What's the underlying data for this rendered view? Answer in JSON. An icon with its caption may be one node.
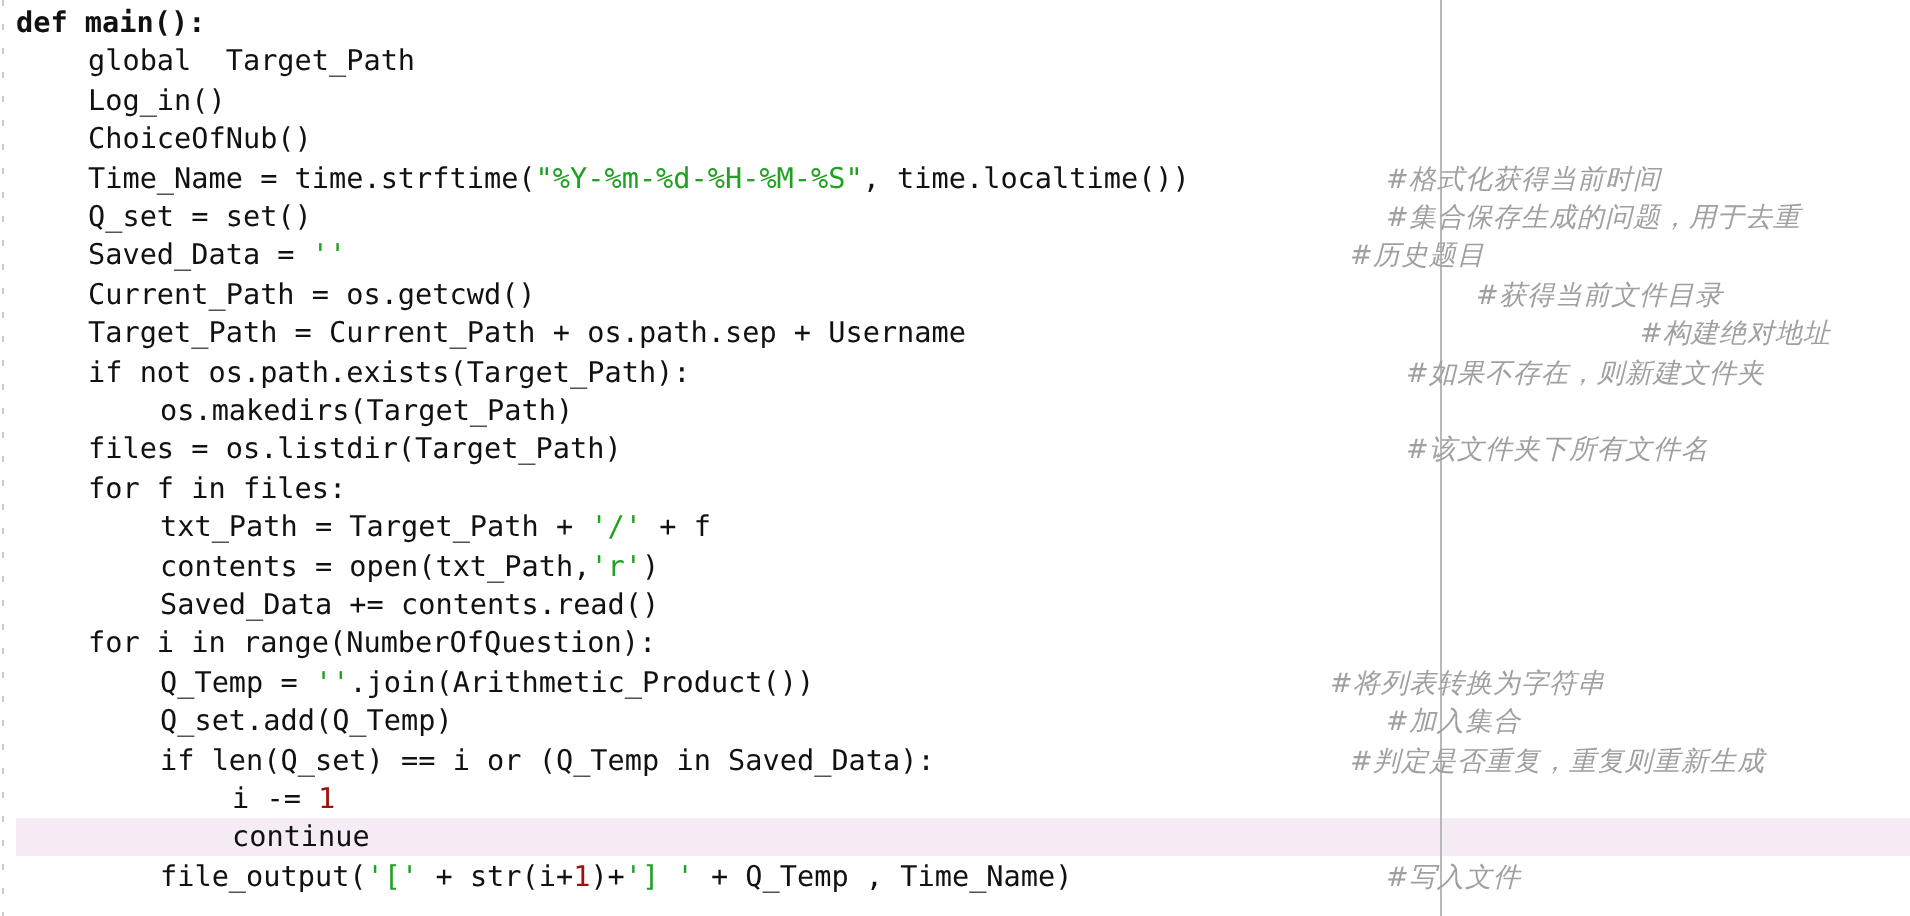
{
  "diagram": {
    "labels": [
      "def main():",
      "global  Target_Path",
      "Log_in()",
      "ChoiceOfNub()",
      "Time_Name = time.strftime(\"%Y-%m-%d-%H-%M-%S\", time.localtime())",
      "#格式化获得当前时间",
      "Q_set = set()",
      "#集合保存生成的问题，用于去重",
      "Saved_Data = ''",
      "#历史题目",
      "Current_Path = os.getcwd()",
      "#获得当前文件目录",
      "Target_Path = Current_Path + os.path.sep + Username",
      "#构建绝对地址",
      "if not os.path.exists(Target_Path):",
      "#如果不存在，则新建文件夹",
      "os.makedirs(Target_Path)",
      "files = os.listdir(Target_Path)",
      "#该文件夹下所有文件名",
      "for f in files:",
      "txt_Path = Target_Path + '/' + f",
      "contents = open(txt_Path,'r')",
      "Saved_Data += contents.read()",
      "for i in range(NumberOfQuestion):",
      "Q_Temp = ''.join(Arithmetic_Product())",
      "#将列表转换为字符串",
      "Q_set.add(Q_Temp)",
      "#加入集合",
      "if len(Q_set) == i or (Q_Temp in Saved_Data):",
      "#判定是否重复，重复则重新生成",
      "i -= 1",
      "continue",
      "file_output('[' + str(i+1)+'] ' + Q_Temp , Time_Name)",
      "#写入文件"
    ]
  }
}
